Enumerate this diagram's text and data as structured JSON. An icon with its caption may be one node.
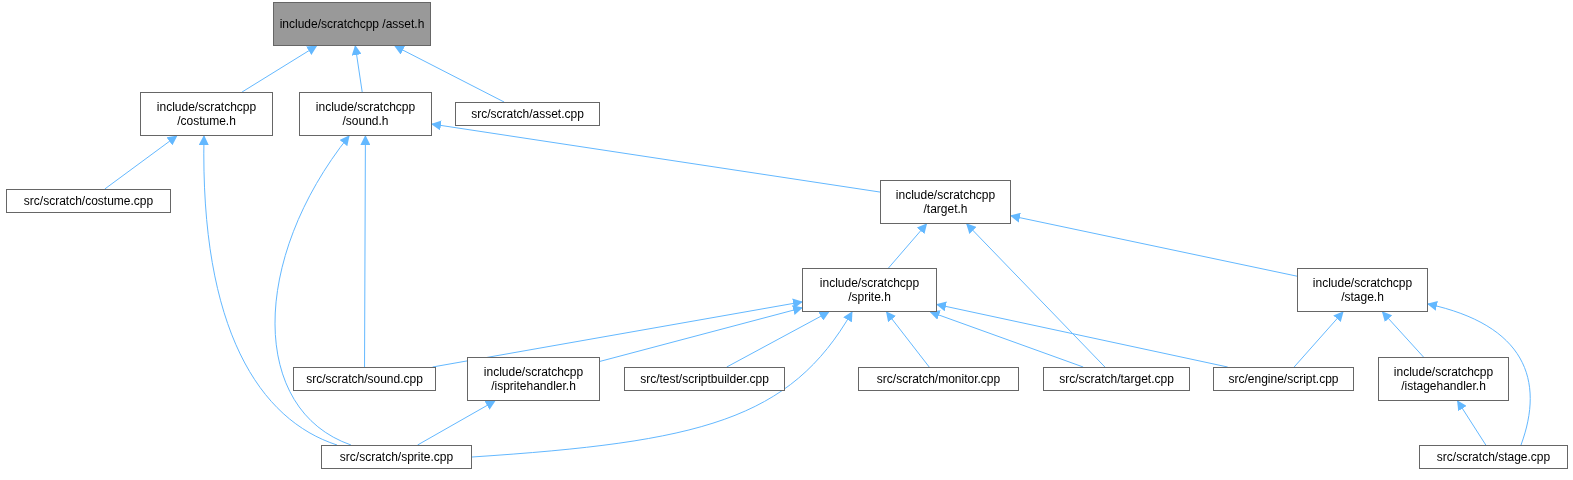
{
  "diagram": {
    "nodes": [
      {
        "text": [
          "include/scratchcpp /asset.h"
        ]
      },
      {
        "text": [
          "include/scratchcpp /costume.h"
        ]
      },
      {
        "text": [
          "include/scratchcpp /sound.h"
        ]
      },
      {
        "text": [
          "src/scratch/asset.cpp"
        ]
      },
      {
        "text": [
          "src/scratch/costume.cpp"
        ]
      },
      {
        "text": [
          "include/scratchcpp /target.h"
        ]
      },
      {
        "text": [
          "include/scratchcpp /sprite.h"
        ]
      },
      {
        "text": [
          "include/scratchcpp /stage.h"
        ]
      },
      {
        "text": [
          "src/scratch/sound.cpp"
        ]
      },
      {
        "text": [
          "include/scratchcpp /ispritehandler.h"
        ]
      },
      {
        "text": [
          "src/test/scriptbuilder.cpp"
        ]
      },
      {
        "text": [
          "src/scratch/monitor.cpp"
        ]
      },
      {
        "text": [
          "src/scratch/target.cpp"
        ]
      },
      {
        "text": [
          "src/engine/script.cpp"
        ]
      },
      {
        "text": [
          "include/scratchcpp /istagehandler.h"
        ]
      },
      {
        "text": [
          "src/scratch/sprite.cpp"
        ]
      },
      {
        "text": [
          "src/scratch/stage.cpp"
        ]
      }
    ],
    "edges": [
      {
        "from": 1,
        "to": 0,
        "arrow": "to"
      },
      {
        "from": 2,
        "to": 0,
        "arrow": "to"
      },
      {
        "from": 3,
        "to": 0,
        "arrow": "to"
      },
      {
        "from": 4,
        "to": 1,
        "arrow": "to"
      },
      {
        "from": 15,
        "to": 1,
        "arrow": "to"
      },
      {
        "from": 8,
        "to": 2,
        "arrow": "to"
      },
      {
        "from": 15,
        "to": 2,
        "arrow": "to"
      },
      {
        "from": 5,
        "to": 2,
        "arrow": "to"
      },
      {
        "from": 6,
        "to": 5,
        "arrow": "to"
      },
      {
        "from": 12,
        "to": 5,
        "arrow": "to"
      },
      {
        "from": 7,
        "to": 5,
        "arrow": "to"
      },
      {
        "from": 8,
        "to": 6,
        "arrow": "to"
      },
      {
        "from": 9,
        "to": 6,
        "arrow": "to"
      },
      {
        "from": 10,
        "to": 6,
        "arrow": "to"
      },
      {
        "from": 11,
        "to": 6,
        "arrow": "to"
      },
      {
        "from": 12,
        "to": 6,
        "arrow": "to"
      },
      {
        "from": 13,
        "to": 6,
        "arrow": "to"
      },
      {
        "from": 15,
        "to": 6,
        "arrow": "to"
      },
      {
        "from": 13,
        "to": 7,
        "arrow": "to"
      },
      {
        "from": 14,
        "to": 7,
        "arrow": "to"
      },
      {
        "from": 16,
        "to": 7,
        "arrow": "to"
      },
      {
        "from": 15,
        "to": 9,
        "arrow": "to"
      },
      {
        "from": 16,
        "to": 14,
        "arrow": "to"
      }
    ]
  }
}
